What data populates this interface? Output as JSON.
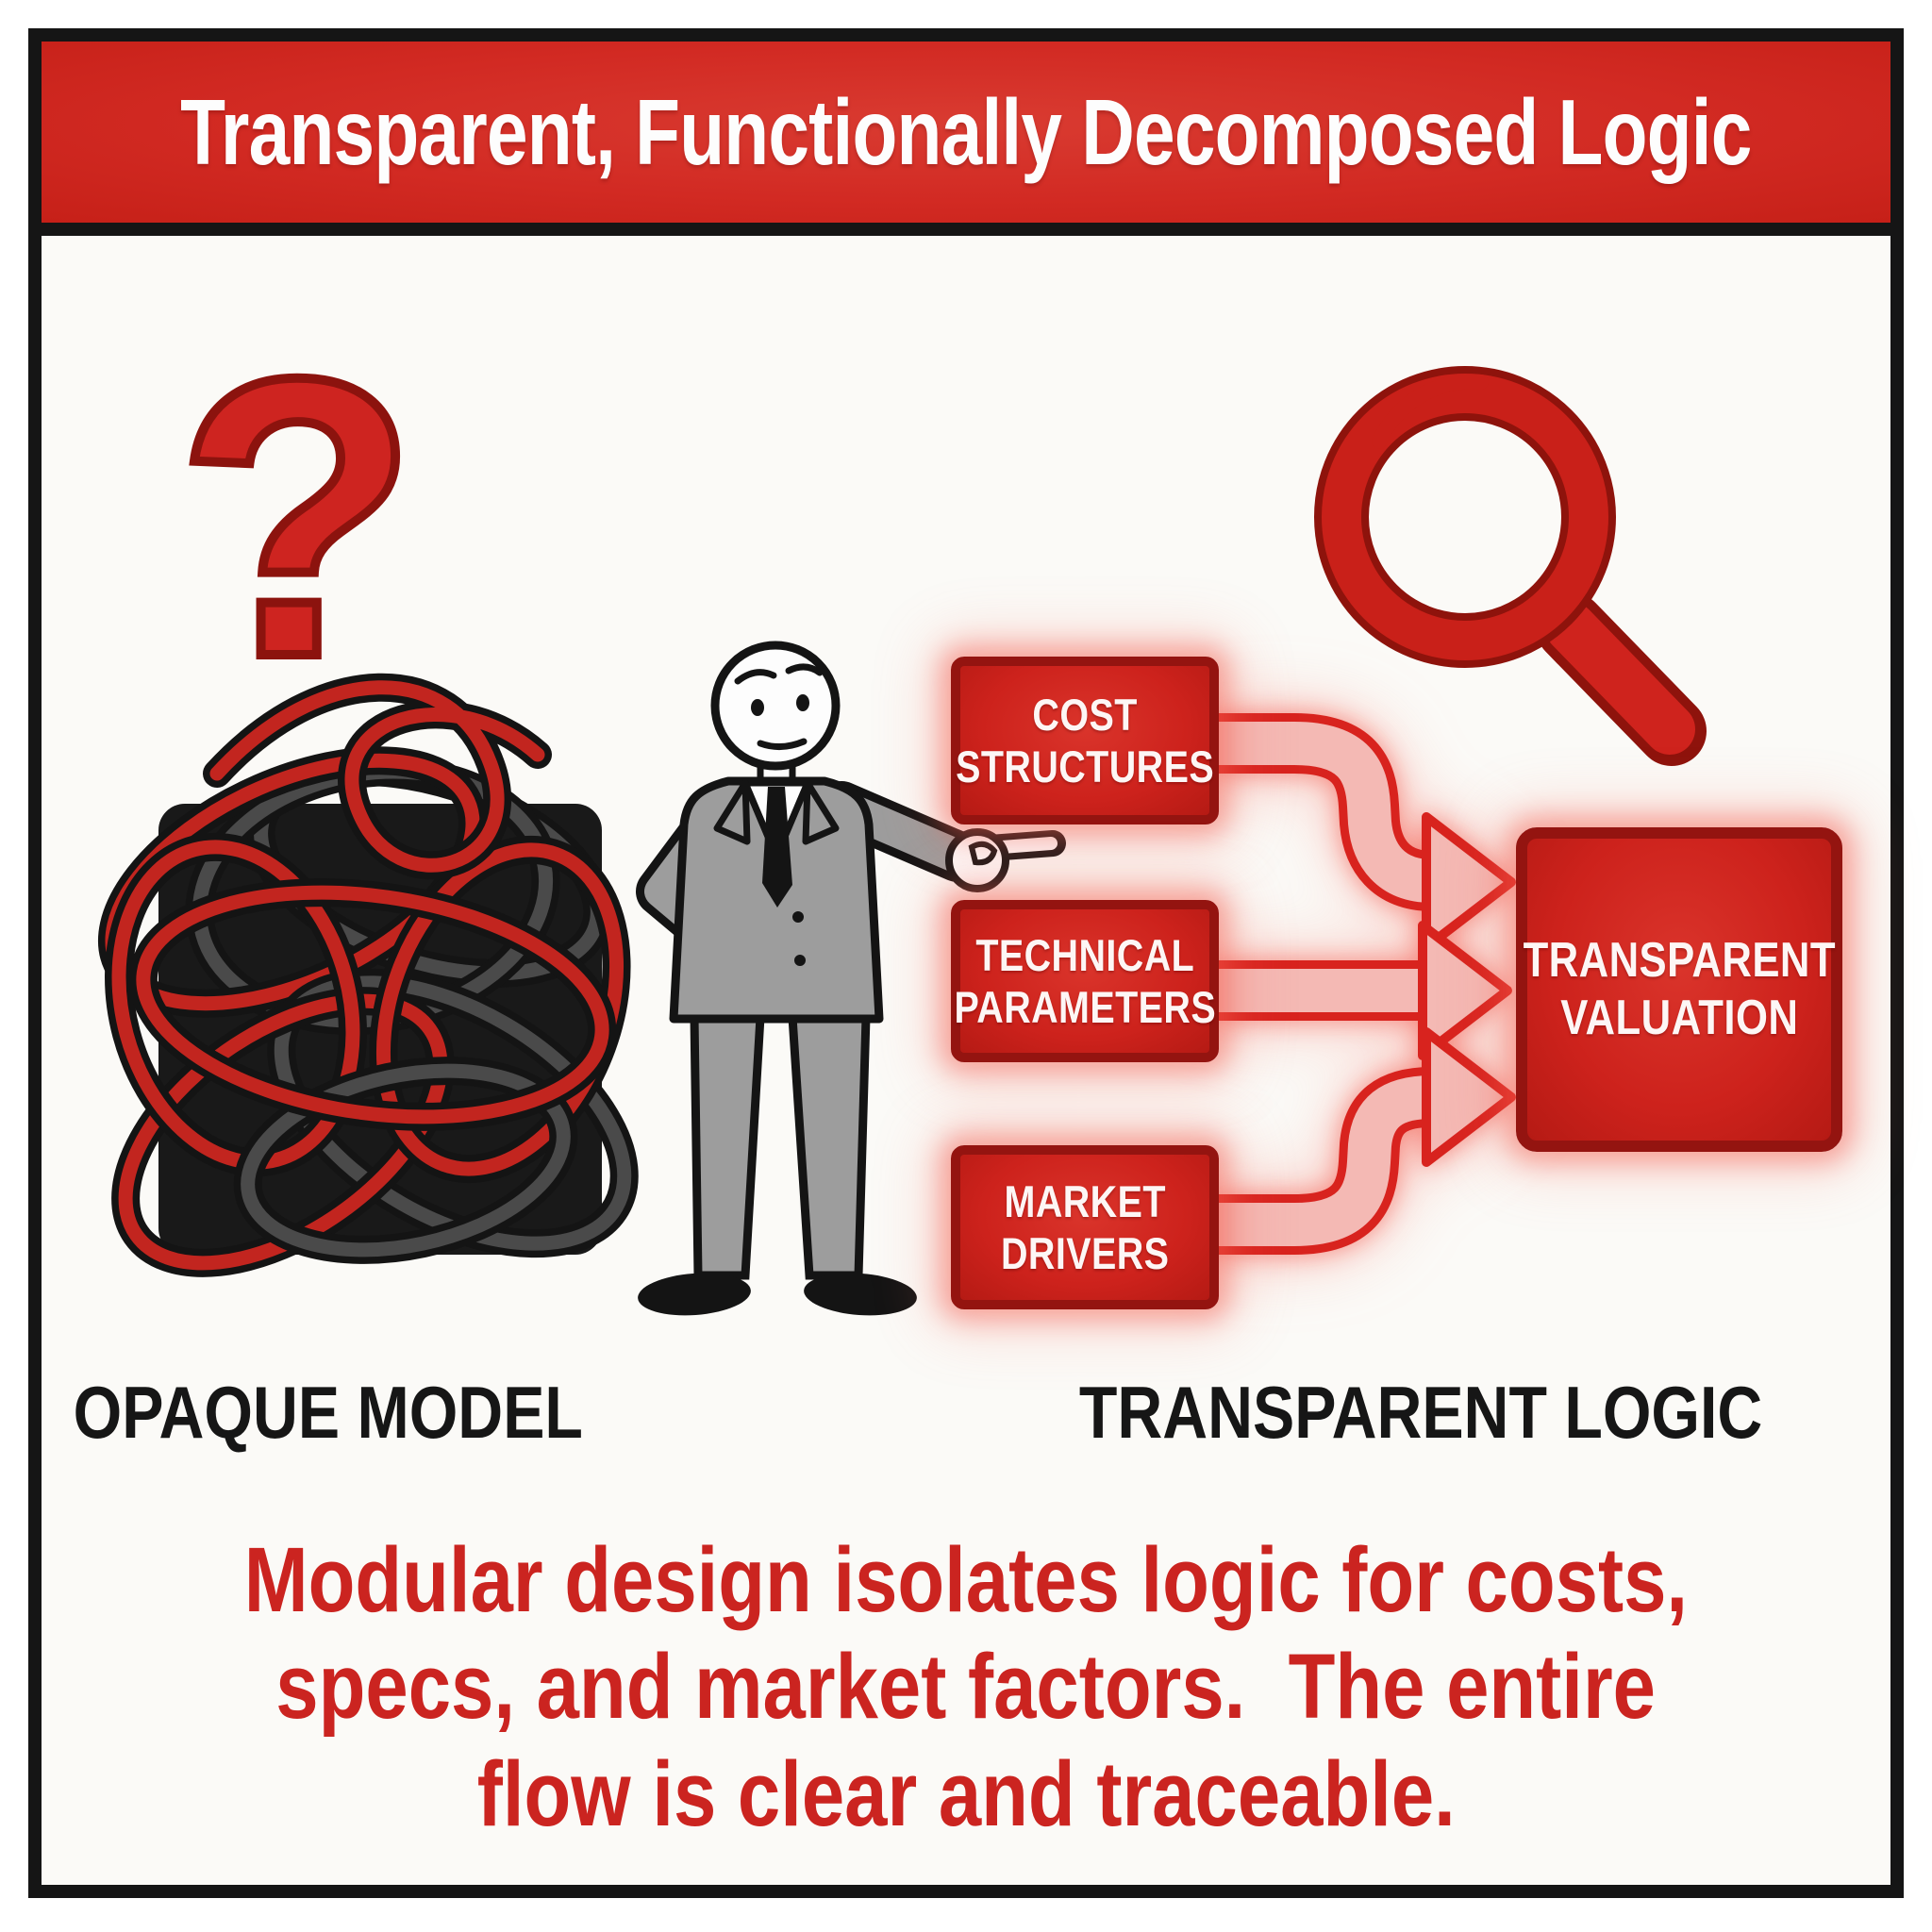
{
  "header": {
    "title": "Transparent, Functionally Decomposed Logic"
  },
  "opaque_section": {
    "question_mark": "?",
    "label": "OPAQUE MODEL"
  },
  "transparent_section": {
    "label": "TRANSPARENT LOGIC"
  },
  "flow": {
    "input_boxes": [
      {
        "name": "cost-structures",
        "lines": [
          "COST",
          "STRUCTURES"
        ]
      },
      {
        "name": "technical-parameters",
        "lines": [
          "TECHNICAL",
          "PARAMETERS"
        ]
      },
      {
        "name": "market-drivers",
        "lines": [
          "MARKET",
          "DRIVERS"
        ]
      }
    ],
    "output_box": {
      "name": "transparent-valuation",
      "lines": [
        "TRANSPARENT",
        "VALUATION"
      ]
    }
  },
  "caption": {
    "lines": [
      "Modular design isolates logic for costs,",
      "specs, and market factors.  The entire",
      "flow is clear and traceable."
    ]
  },
  "icons": {
    "question_mark_icon": "?",
    "magnifier_icon": "magnifying-glass",
    "tangled_knot_icon": "tangled-scribble-over-black-box",
    "person_icon": "pointing-businessperson",
    "arrow_icon": "right-flow-arrow"
  },
  "colors": {
    "banner_red": "#d22a23",
    "flow_box_red": "#cd221c",
    "box_border_dark_red": "#941410",
    "arrow_outline_red": "#d8231e",
    "arrow_fill_pink": "#f4b9b4",
    "glow_red": "#f35446",
    "caption_red": "#cb2420",
    "label_black": "#161616",
    "text_white": "#fdf6f5",
    "suit_gray": "#9d9d9d",
    "knot_gray": "#4a4a4a",
    "background": "#fbfaf7",
    "frame_black": "#151515"
  }
}
